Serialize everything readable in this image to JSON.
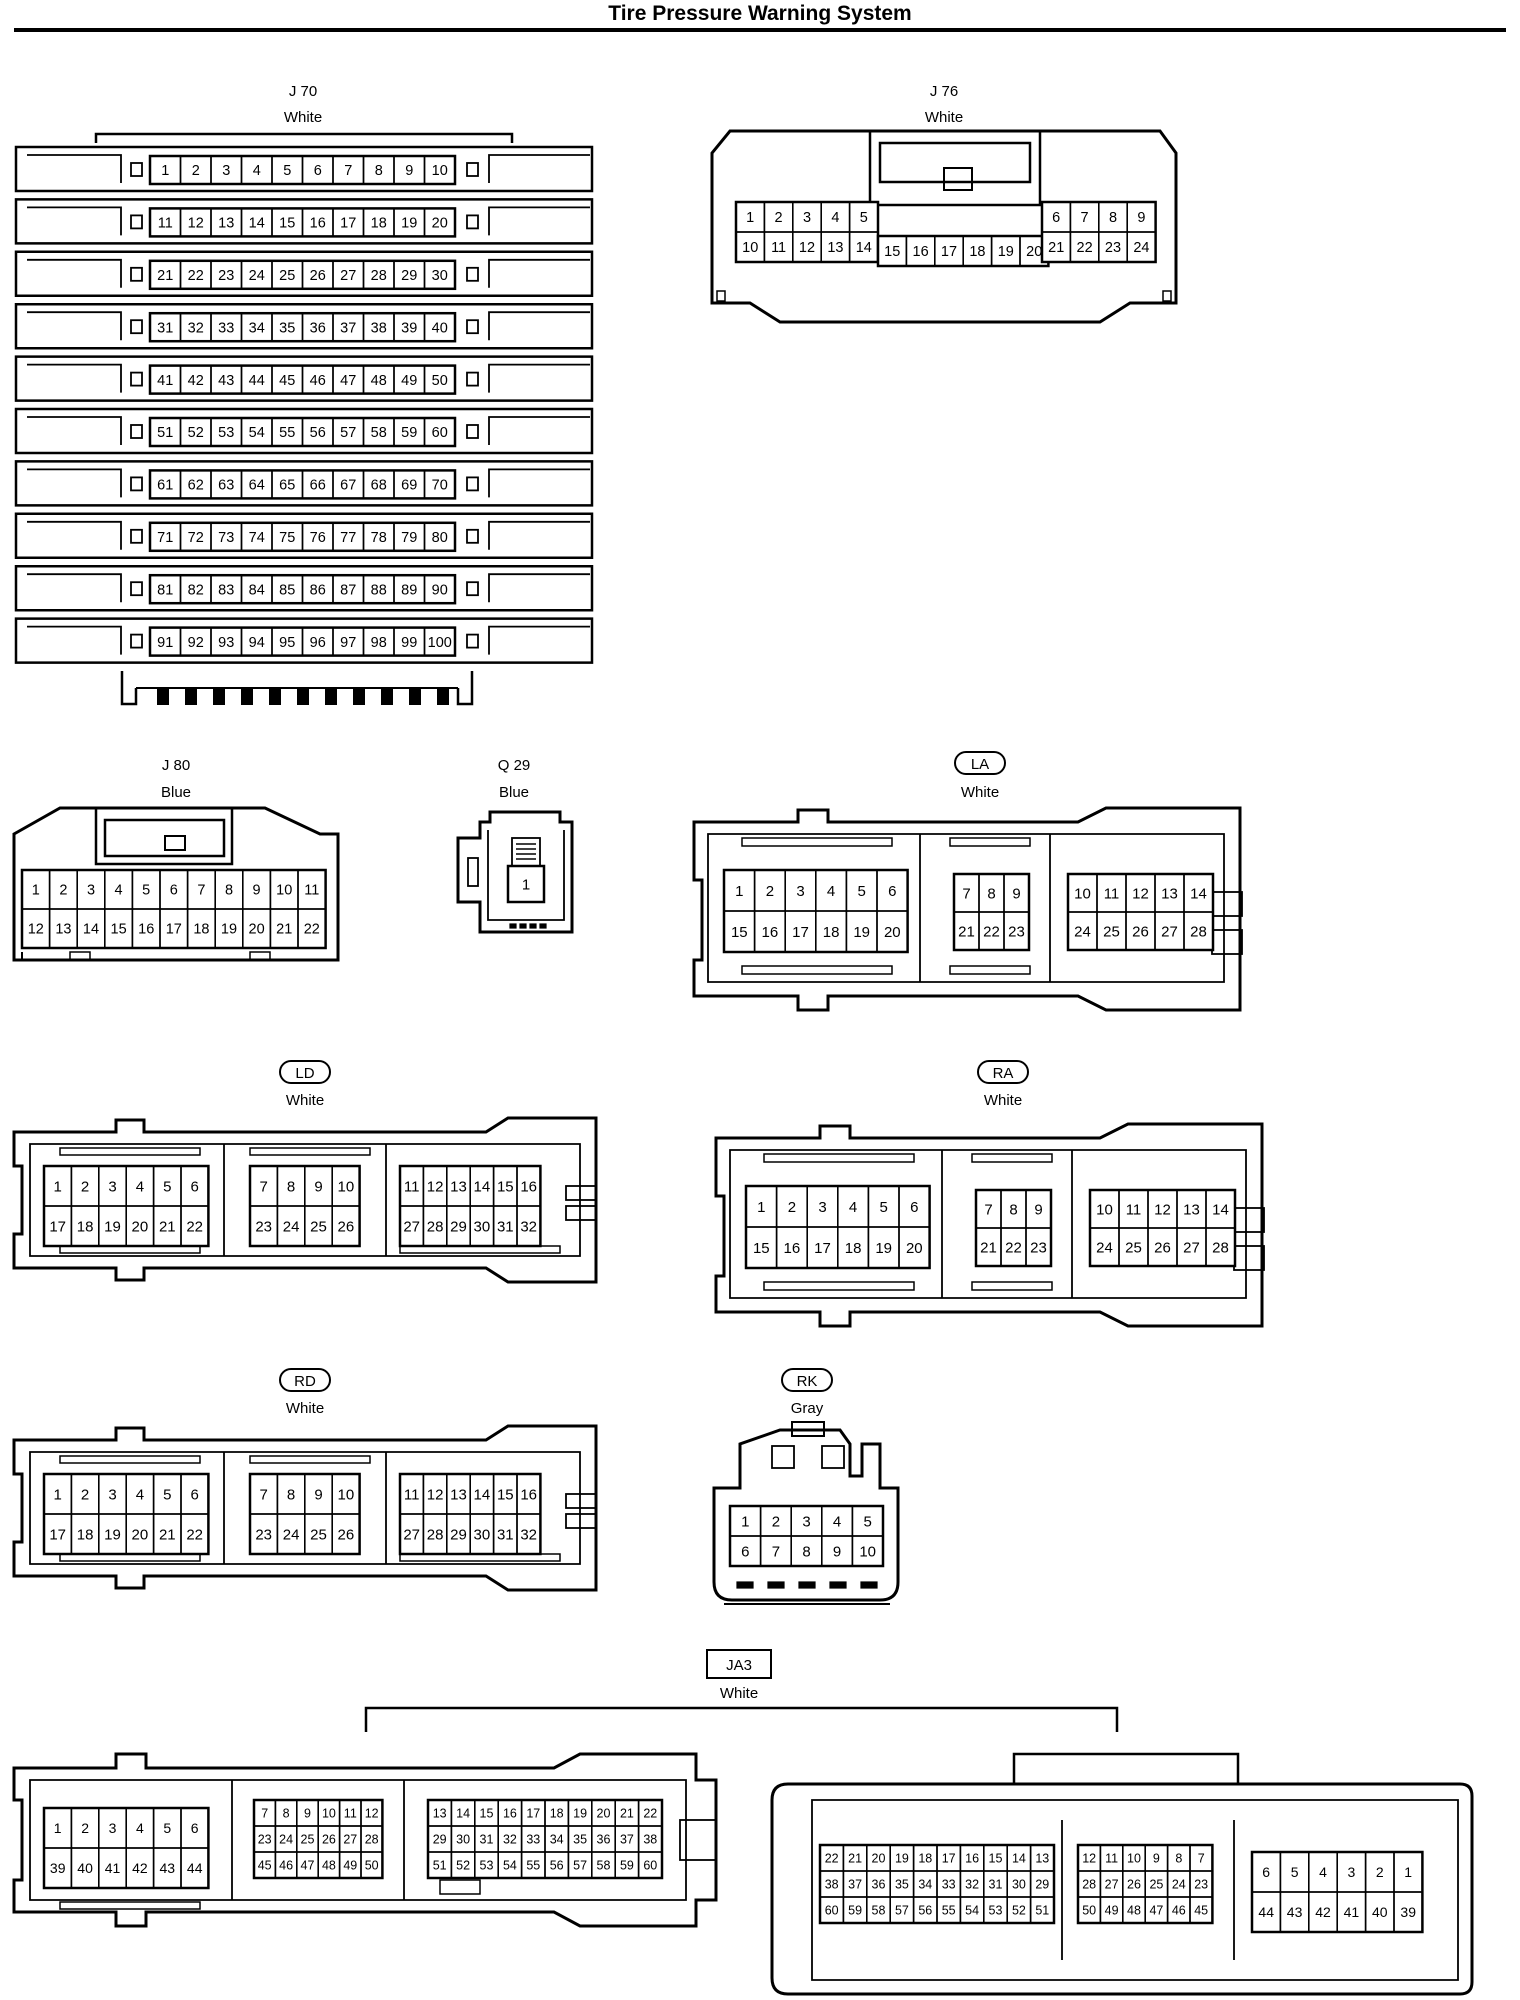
{
  "page": {
    "title": "Tire Pressure Warning System"
  },
  "connectors": {
    "J70": {
      "code": "J 70",
      "color": "White",
      "rows": [
        [
          "1",
          "2",
          "3",
          "4",
          "5",
          "6",
          "7",
          "8",
          "9",
          "10"
        ],
        [
          "11",
          "12",
          "13",
          "14",
          "15",
          "16",
          "17",
          "18",
          "19",
          "20"
        ],
        [
          "21",
          "22",
          "23",
          "24",
          "25",
          "26",
          "27",
          "28",
          "29",
          "30"
        ],
        [
          "31",
          "32",
          "33",
          "34",
          "35",
          "36",
          "37",
          "38",
          "39",
          "40"
        ],
        [
          "41",
          "42",
          "43",
          "44",
          "45",
          "46",
          "47",
          "48",
          "49",
          "50"
        ],
        [
          "51",
          "52",
          "53",
          "54",
          "55",
          "56",
          "57",
          "58",
          "59",
          "60"
        ],
        [
          "61",
          "62",
          "63",
          "64",
          "65",
          "66",
          "67",
          "68",
          "69",
          "70"
        ],
        [
          "71",
          "72",
          "73",
          "74",
          "75",
          "76",
          "77",
          "78",
          "79",
          "80"
        ],
        [
          "81",
          "82",
          "83",
          "84",
          "85",
          "86",
          "87",
          "88",
          "89",
          "90"
        ],
        [
          "91",
          "92",
          "93",
          "94",
          "95",
          "96",
          "97",
          "98",
          "99",
          "100"
        ]
      ]
    },
    "J76": {
      "code": "J 76",
      "color": "White",
      "groups": [
        [
          [
            "1",
            "2",
            "3",
            "4",
            "5"
          ],
          [
            "10",
            "11",
            "12",
            "13",
            "14"
          ]
        ],
        [
          [
            "15",
            "16",
            "17",
            "18",
            "19",
            "20"
          ]
        ],
        [
          [
            "6",
            "7",
            "8",
            "9"
          ],
          [
            "21",
            "22",
            "23",
            "24"
          ]
        ]
      ]
    },
    "J80": {
      "code": "J 80",
      "color": "Blue",
      "rows": [
        [
          "1",
          "2",
          "3",
          "4",
          "5",
          "6",
          "7",
          "8",
          "9",
          "10",
          "11"
        ],
        [
          "12",
          "13",
          "14",
          "15",
          "16",
          "17",
          "18",
          "19",
          "20",
          "21",
          "22"
        ]
      ]
    },
    "Q29": {
      "code": "Q 29",
      "color": "Blue",
      "rows": [
        [
          "1"
        ]
      ]
    },
    "LA": {
      "code": "LA",
      "color": "White",
      "groups": [
        [
          [
            "1",
            "2",
            "3",
            "4",
            "5",
            "6"
          ],
          [
            "15",
            "16",
            "17",
            "18",
            "19",
            "20"
          ]
        ],
        [
          [
            "7",
            "8",
            "9"
          ],
          [
            "21",
            "22",
            "23"
          ]
        ],
        [
          [
            "10",
            "11",
            "12",
            "13",
            "14"
          ],
          [
            "24",
            "25",
            "26",
            "27",
            "28"
          ]
        ]
      ]
    },
    "LD": {
      "code": "LD",
      "color": "White",
      "groups": [
        [
          [
            "1",
            "2",
            "3",
            "4",
            "5",
            "6"
          ],
          [
            "17",
            "18",
            "19",
            "20",
            "21",
            "22"
          ]
        ],
        [
          [
            "7",
            "8",
            "9",
            "10"
          ],
          [
            "23",
            "24",
            "25",
            "26"
          ]
        ],
        [
          [
            "11",
            "12",
            "13",
            "14",
            "15",
            "16"
          ],
          [
            "27",
            "28",
            "29",
            "30",
            "31",
            "32"
          ]
        ]
      ]
    },
    "RA": {
      "code": "RA",
      "color": "White",
      "groups": [
        [
          [
            "1",
            "2",
            "3",
            "4",
            "5",
            "6"
          ],
          [
            "15",
            "16",
            "17",
            "18",
            "19",
            "20"
          ]
        ],
        [
          [
            "7",
            "8",
            "9"
          ],
          [
            "21",
            "22",
            "23"
          ]
        ],
        [
          [
            "10",
            "11",
            "12",
            "13",
            "14"
          ],
          [
            "24",
            "25",
            "26",
            "27",
            "28"
          ]
        ]
      ]
    },
    "RD": {
      "code": "RD",
      "color": "White",
      "groups": [
        [
          [
            "1",
            "2",
            "3",
            "4",
            "5",
            "6"
          ],
          [
            "17",
            "18",
            "19",
            "20",
            "21",
            "22"
          ]
        ],
        [
          [
            "7",
            "8",
            "9",
            "10"
          ],
          [
            "23",
            "24",
            "25",
            "26"
          ]
        ],
        [
          [
            "11",
            "12",
            "13",
            "14",
            "15",
            "16"
          ],
          [
            "27",
            "28",
            "29",
            "30",
            "31",
            "32"
          ]
        ]
      ]
    },
    "RK": {
      "code": "RK",
      "color": "Gray",
      "rows": [
        [
          "1",
          "2",
          "3",
          "4",
          "5"
        ],
        [
          "6",
          "7",
          "8",
          "9",
          "10"
        ]
      ]
    },
    "JA3": {
      "code": "JA3",
      "color": "White",
      "left_groups": [
        [
          [
            "1",
            "2",
            "3",
            "4",
            "5",
            "6"
          ],
          [
            "39",
            "40",
            "41",
            "42",
            "43",
            "44"
          ]
        ],
        [
          [
            "7",
            "8",
            "9",
            "10",
            "11",
            "12"
          ],
          [
            "23",
            "24",
            "25",
            "26",
            "27",
            "28"
          ],
          [
            "45",
            "46",
            "47",
            "48",
            "49",
            "50"
          ]
        ],
        [
          [
            "13",
            "14",
            "15",
            "16",
            "17",
            "18",
            "19",
            "20",
            "21",
            "22"
          ],
          [
            "29",
            "30",
            "31",
            "32",
            "33",
            "34",
            "35",
            "36",
            "37",
            "38"
          ],
          [
            "51",
            "52",
            "53",
            "54",
            "55",
            "56",
            "57",
            "58",
            "59",
            "60"
          ]
        ]
      ],
      "right_groups": [
        [
          [
            "22",
            "21",
            "20",
            "19",
            "18",
            "17",
            "16",
            "15",
            "14",
            "13"
          ],
          [
            "38",
            "37",
            "36",
            "35",
            "34",
            "33",
            "32",
            "31",
            "30",
            "29"
          ],
          [
            "60",
            "59",
            "58",
            "57",
            "56",
            "55",
            "54",
            "53",
            "52",
            "51"
          ]
        ],
        [
          [
            "12",
            "11",
            "10",
            "9",
            "8",
            "7"
          ],
          [
            "28",
            "27",
            "26",
            "25",
            "24",
            "23"
          ],
          [
            "50",
            "49",
            "48",
            "47",
            "46",
            "45"
          ]
        ],
        [
          [
            "6",
            "5",
            "4",
            "3",
            "2",
            "1"
          ],
          [
            "44",
            "43",
            "42",
            "41",
            "40",
            "39"
          ]
        ]
      ]
    }
  }
}
